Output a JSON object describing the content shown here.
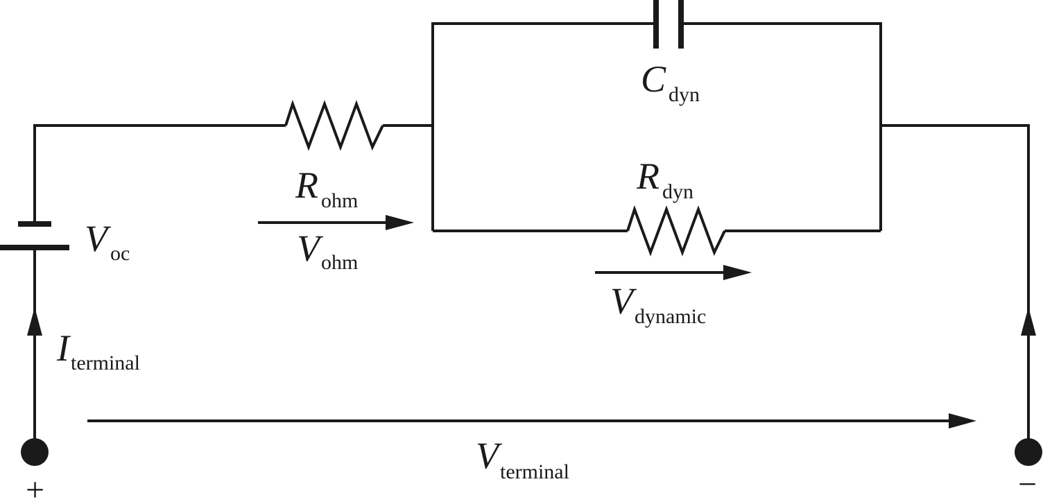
{
  "diagram": {
    "labels": {
      "c_dyn": {
        "main": "C",
        "sub": "dyn"
      },
      "r_ohm": {
        "main": "R",
        "sub": "ohm"
      },
      "v_ohm": {
        "main": "V",
        "sub": "ohm"
      },
      "r_dyn": {
        "main": "R",
        "sub": "dyn"
      },
      "v_dynamic": {
        "main": "V",
        "sub": "dynamic"
      },
      "v_oc": {
        "main": "V",
        "sub": "oc"
      },
      "i_terminal": {
        "main": "I",
        "sub": "terminal"
      },
      "v_terminal": {
        "main": "V",
        "sub": "terminal"
      }
    },
    "terminals": {
      "positive": "+",
      "negative": "−"
    },
    "colors": {
      "line": "#1a1a1a",
      "background": "#ffffff"
    }
  }
}
